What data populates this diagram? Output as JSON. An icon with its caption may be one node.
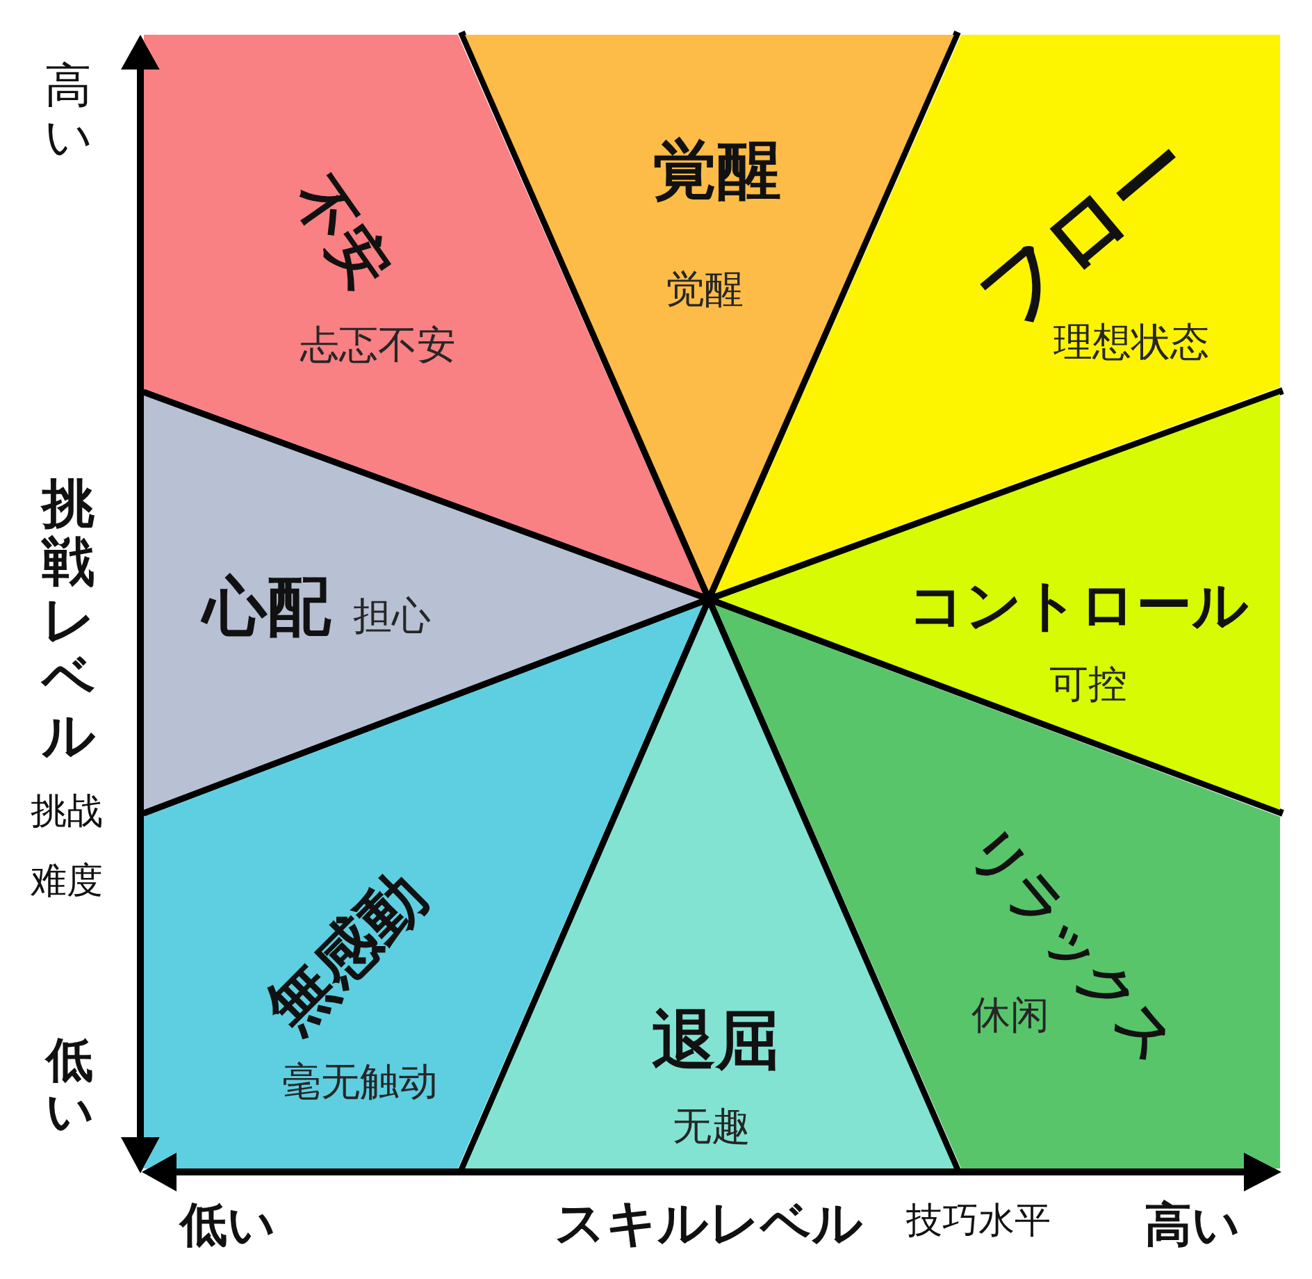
{
  "diagram": {
    "nodes": [
      {
        "text": [
          "不安",
          "忐忑不安"
        ]
      },
      {
        "text": [
          "覚醒",
          "觉醒"
        ]
      },
      {
        "text": [
          "フロー",
          "理想状态"
        ]
      },
      {
        "text": [
          "心配",
          "担心"
        ]
      },
      {
        "text": [
          "コントロール",
          "可控"
        ]
      },
      {
        "text": [
          "無感動",
          "毫无触动"
        ]
      },
      {
        "text": [
          "退屈",
          "无趣"
        ]
      },
      {
        "text": [
          "リラックス",
          "休闲"
        ]
      }
    ],
    "labels": [
      "高い",
      "挑戦レベル",
      "挑战难度",
      "低い",
      "低い",
      "スキルレベル",
      "技巧水平",
      "高い"
    ]
  }
}
